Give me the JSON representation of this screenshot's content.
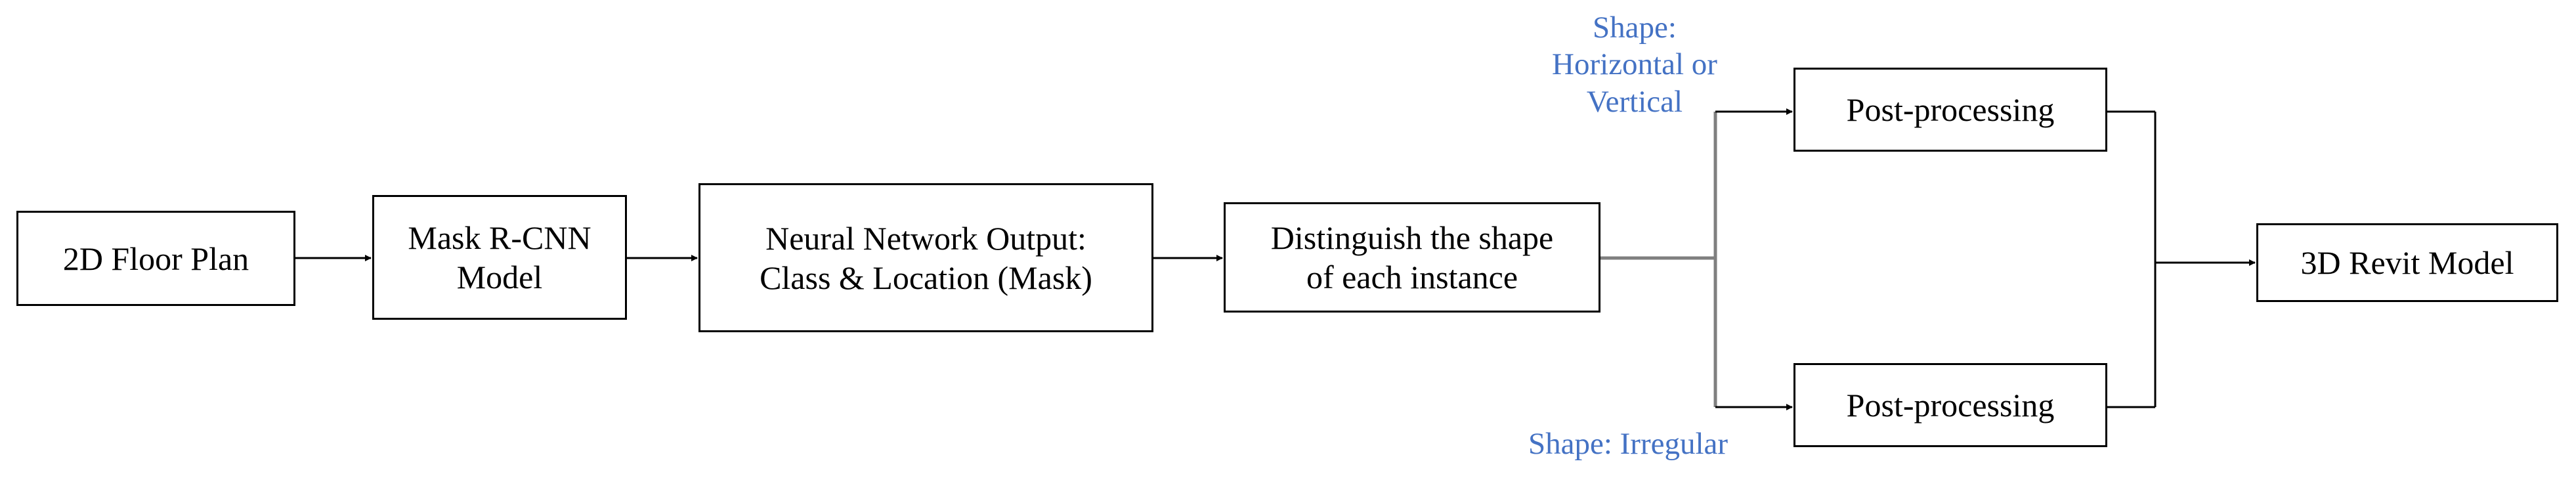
{
  "nodes": {
    "floor_plan": {
      "lines": [
        "2D Floor Plan"
      ]
    },
    "mask_rcnn": {
      "lines": [
        "Mask R-CNN",
        "Model"
      ]
    },
    "nn_output": {
      "lines": [
        "Neural Network Output:",
        "Class & Location (Mask)"
      ]
    },
    "distinguish": {
      "lines": [
        "Distinguish the shape",
        "of each instance"
      ]
    },
    "post_top": {
      "lines": [
        "Post-processing"
      ]
    },
    "post_bottom": {
      "lines": [
        "Post-processing"
      ]
    },
    "revit": {
      "lines": [
        "3D Revit Model"
      ]
    }
  },
  "annotations": {
    "shape_hv": {
      "lines": [
        "Shape:",
        "Horizontal or",
        "Vertical"
      ]
    },
    "shape_irregular": {
      "lines": [
        "Shape: Irregular"
      ]
    }
  },
  "colors": {
    "annotation": "#4472c4",
    "box_border": "#000000",
    "branch_line": "#7f7f7f"
  }
}
